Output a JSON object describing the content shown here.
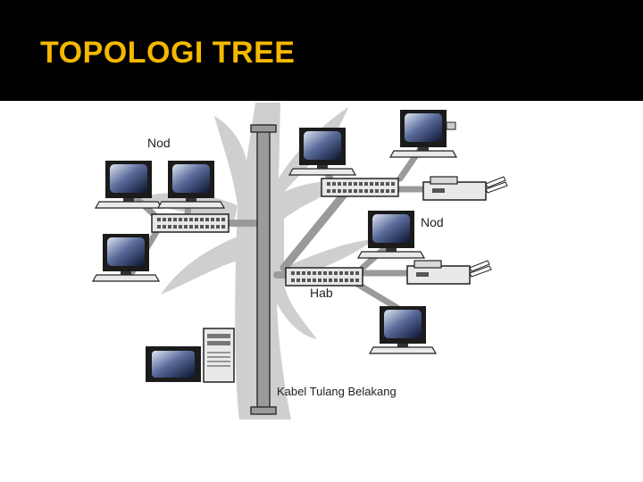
{
  "slide": {
    "title": "TOPOLOGI TREE",
    "accent_color": "#f5b800",
    "header_background": "#000000"
  },
  "diagram": {
    "labels": {
      "node_top": "Nod",
      "node_right": "Nod",
      "hub": "Hab",
      "backbone": "Kabel Tulang Belakang"
    },
    "icons": [
      "monitor-icon",
      "hub-icon",
      "printer-icon",
      "server-tower-icon",
      "tree-silhouette"
    ]
  }
}
